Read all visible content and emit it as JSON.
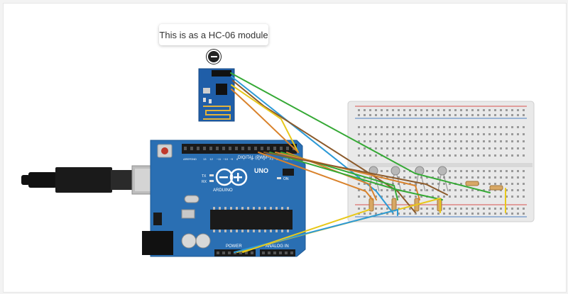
{
  "tooltip": {
    "text": "This is as a HC-06 module"
  },
  "arduino": {
    "brand": "ARDUINO",
    "model": "UNO",
    "digital_label": "DIGITAL (PWM~)",
    "power_label": "POWER",
    "analog_label": "ANALOG IN",
    "tx_label": "TX",
    "rx_label": "RX",
    "on_label": "ON",
    "aref_label": "AREF",
    "gnd_label": "GND",
    "pin_labels": [
      "13",
      "12",
      "~11",
      "~10",
      "~9",
      "8",
      "7",
      "~6",
      "~5",
      "4",
      "~3",
      "2",
      "TX1",
      "RX0"
    ]
  },
  "colors": {
    "board": "#2a6fb3",
    "board_dark": "#1e5a96",
    "breadboard": "#e8e8e8",
    "wire_green": "#35a935",
    "wire_orange": "#d9822b",
    "wire_brown": "#8b5a2b",
    "wire_yellow": "#e8c81a",
    "wire_blue": "#2d9ad6",
    "rail_red": "#d9534f",
    "rail_blue": "#4a7fc1"
  },
  "icons": {
    "remove": "minus-circle-icon",
    "usb": "usb-plug-icon"
  }
}
